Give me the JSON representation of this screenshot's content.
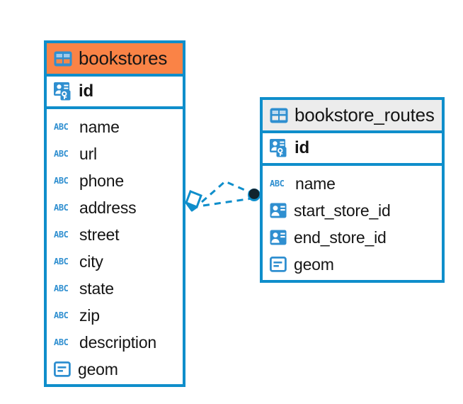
{
  "diagram": {
    "type": "entity-relationship-diagram",
    "background": "#ffffff",
    "accent_blue": "#0f8ecb",
    "header_orange": "#fa8346",
    "header_grey": "#ececec",
    "text_color": "#151515"
  },
  "tables": [
    {
      "id": "bookstores",
      "name": "bookstores",
      "header_style": "orange",
      "table_icon": "table-icon",
      "primary_key": {
        "label": "id",
        "icon": "primary-key-icon"
      },
      "fields": [
        {
          "label": "name",
          "icon": "abc-text-icon"
        },
        {
          "label": "url",
          "icon": "abc-text-icon"
        },
        {
          "label": "phone",
          "icon": "abc-text-icon"
        },
        {
          "label": "address",
          "icon": "abc-text-icon"
        },
        {
          "label": "street",
          "icon": "abc-text-icon"
        },
        {
          "label": "city",
          "icon": "abc-text-icon"
        },
        {
          "label": "state",
          "icon": "abc-text-icon"
        },
        {
          "label": "zip",
          "icon": "abc-text-icon"
        },
        {
          "label": "description",
          "icon": "abc-text-icon"
        },
        {
          "label": "geom",
          "icon": "geometry-icon"
        }
      ]
    },
    {
      "id": "bookstore_routes",
      "name": "bookstore_routes",
      "header_style": "grey",
      "table_icon": "table-icon",
      "primary_key": {
        "label": "id",
        "icon": "primary-key-icon"
      },
      "fields": [
        {
          "label": "name",
          "icon": "abc-text-icon"
        },
        {
          "label": "start_store_id",
          "icon": "foreign-key-icon"
        },
        {
          "label": "end_store_id",
          "icon": "foreign-key-icon"
        },
        {
          "label": "geom",
          "icon": "geometry-icon"
        }
      ]
    }
  ],
  "relationship": {
    "from_table": "bookstores",
    "to_table": "bookstore_routes",
    "line_style": "dashed",
    "line_color": "#0f8ecb",
    "source_endpoint": "diamond-endpoint",
    "target_endpoint": "filled-circle-endpoint",
    "target_endpoint_color": "#11232f"
  }
}
